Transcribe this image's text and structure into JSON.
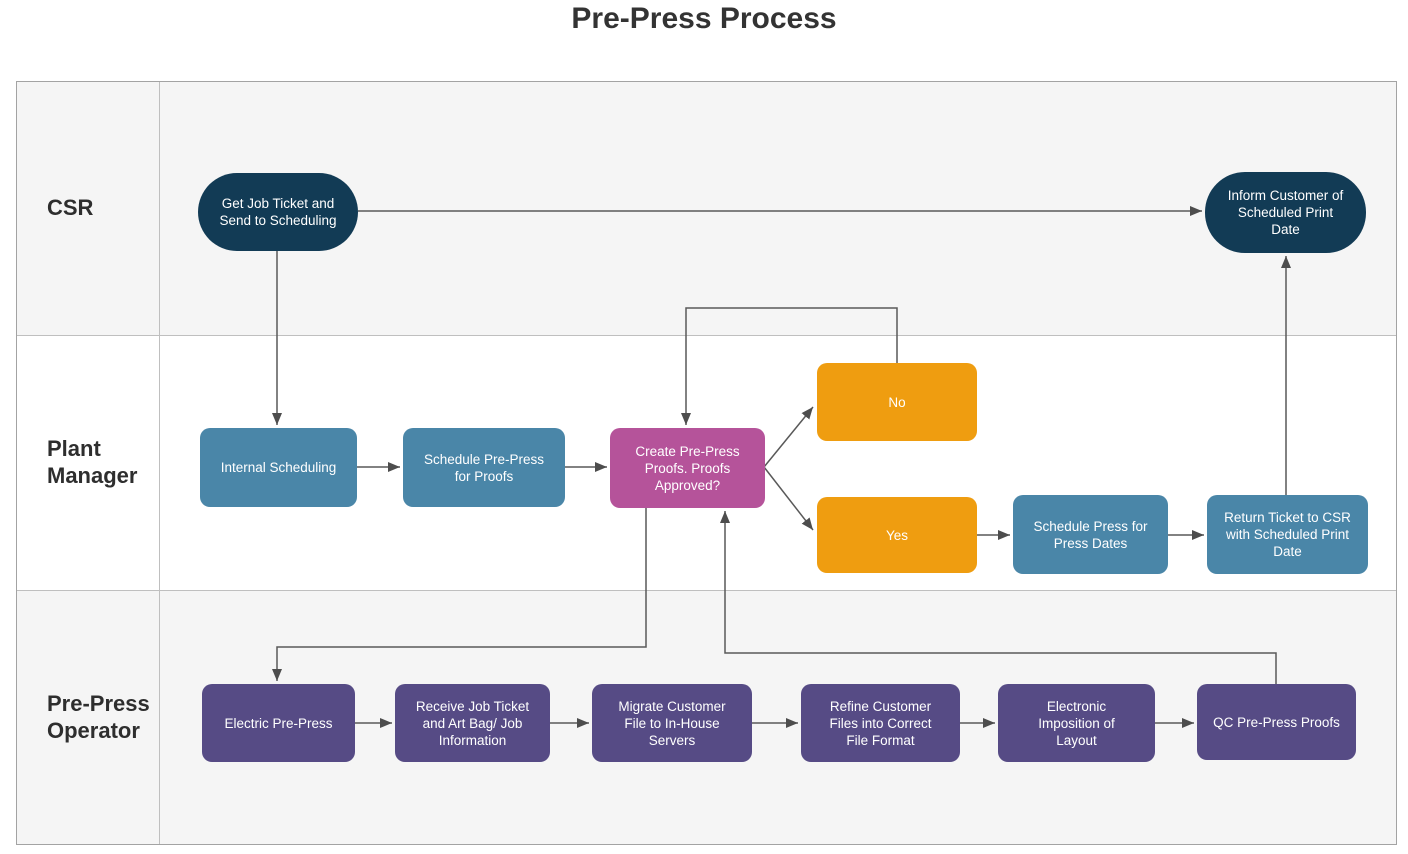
{
  "title": "Pre-Press Process",
  "lanes": [
    {
      "label": "CSR"
    },
    {
      "label": "Plant Manager"
    },
    {
      "label": "Pre-Press Operator"
    }
  ],
  "nodes": {
    "get_job_ticket": {
      "label": "Get Job Ticket and Send to Scheduling",
      "shape": "stadium",
      "color": "#123B55",
      "lane": "CSR"
    },
    "inform_customer": {
      "label": "Inform Customer of Scheduled Print Date",
      "shape": "stadium",
      "color": "#123B55",
      "lane": "CSR"
    },
    "internal_scheduling": {
      "label": "Internal Scheduling",
      "shape": "rounded",
      "color": "#4A86A8",
      "lane": "Plant Manager"
    },
    "schedule_prepress": {
      "label": "Schedule Pre-Press for Proofs",
      "shape": "rounded",
      "color": "#4A86A8",
      "lane": "Plant Manager"
    },
    "create_proofs": {
      "label": "Create Pre-Press Proofs. Proofs Approved?",
      "shape": "rounded",
      "color": "#B5539A",
      "lane": "Plant Manager"
    },
    "no_branch": {
      "label": "No",
      "shape": "rounded",
      "color": "#EF9D10",
      "lane": "Plant Manager"
    },
    "yes_branch": {
      "label": "Yes",
      "shape": "rounded",
      "color": "#EF9D10",
      "lane": "Plant Manager"
    },
    "schedule_press": {
      "label": "Schedule Press for Press Dates",
      "shape": "rounded",
      "color": "#4A86A8",
      "lane": "Plant Manager"
    },
    "return_ticket": {
      "label": "Return Ticket to CSR with Scheduled Print Date",
      "shape": "rounded",
      "color": "#4A86A8",
      "lane": "Plant Manager"
    },
    "electric_prepress": {
      "label": "Electric Pre-Press",
      "shape": "rounded",
      "color": "#564B85",
      "lane": "Pre-Press Operator"
    },
    "receive_job_ticket": {
      "label": "Receive Job Ticket and Art Bag/ Job Information",
      "shape": "rounded",
      "color": "#564B85",
      "lane": "Pre-Press Operator"
    },
    "migrate_file": {
      "label": "Migrate Customer File to In-House Servers",
      "shape": "rounded",
      "color": "#564B85",
      "lane": "Pre-Press Operator"
    },
    "refine_files": {
      "label": "Refine Customer Files into Correct File Format",
      "shape": "rounded",
      "color": "#564B85",
      "lane": "Pre-Press Operator"
    },
    "electronic_imposition": {
      "label": "Electronic Imposition of Layout",
      "shape": "rounded",
      "color": "#564B85",
      "lane": "Pre-Press Operator"
    },
    "qc_proofs": {
      "label": "QC Pre-Press Proofs",
      "shape": "rounded",
      "color": "#564B85",
      "lane": "Pre-Press Operator"
    }
  },
  "connectors": [
    {
      "from": "get_job_ticket",
      "to": "inform_customer"
    },
    {
      "from": "get_job_ticket",
      "to": "internal_scheduling"
    },
    {
      "from": "internal_scheduling",
      "to": "schedule_prepress"
    },
    {
      "from": "schedule_prepress",
      "to": "create_proofs"
    },
    {
      "from": "create_proofs",
      "to": "no_branch"
    },
    {
      "from": "create_proofs",
      "to": "yes_branch"
    },
    {
      "from": "no_branch",
      "to": "create_proofs"
    },
    {
      "from": "yes_branch",
      "to": "schedule_press"
    },
    {
      "from": "schedule_press",
      "to": "return_ticket"
    },
    {
      "from": "return_ticket",
      "to": "inform_customer"
    },
    {
      "from": "create_proofs",
      "to": "electric_prepress"
    },
    {
      "from": "electric_prepress",
      "to": "receive_job_ticket"
    },
    {
      "from": "receive_job_ticket",
      "to": "migrate_file"
    },
    {
      "from": "migrate_file",
      "to": "refine_files"
    },
    {
      "from": "refine_files",
      "to": "electronic_imposition"
    },
    {
      "from": "electronic_imposition",
      "to": "qc_proofs"
    },
    {
      "from": "qc_proofs",
      "to": "create_proofs"
    }
  ],
  "colors": {
    "terminal_navy": "#123B55",
    "process_blue": "#4A86A8",
    "decision_magenta": "#B5539A",
    "branch_orange": "#EF9D10",
    "operator_purple": "#564B85",
    "connector": "#595959",
    "lane_gray": "#F5F5F5",
    "lane_white": "#FFFFFF",
    "outer_border": "#A3A3A3",
    "inner_border": "#BFBFBF",
    "title_text": "#333333",
    "node_text": "#FFFFFF"
  }
}
